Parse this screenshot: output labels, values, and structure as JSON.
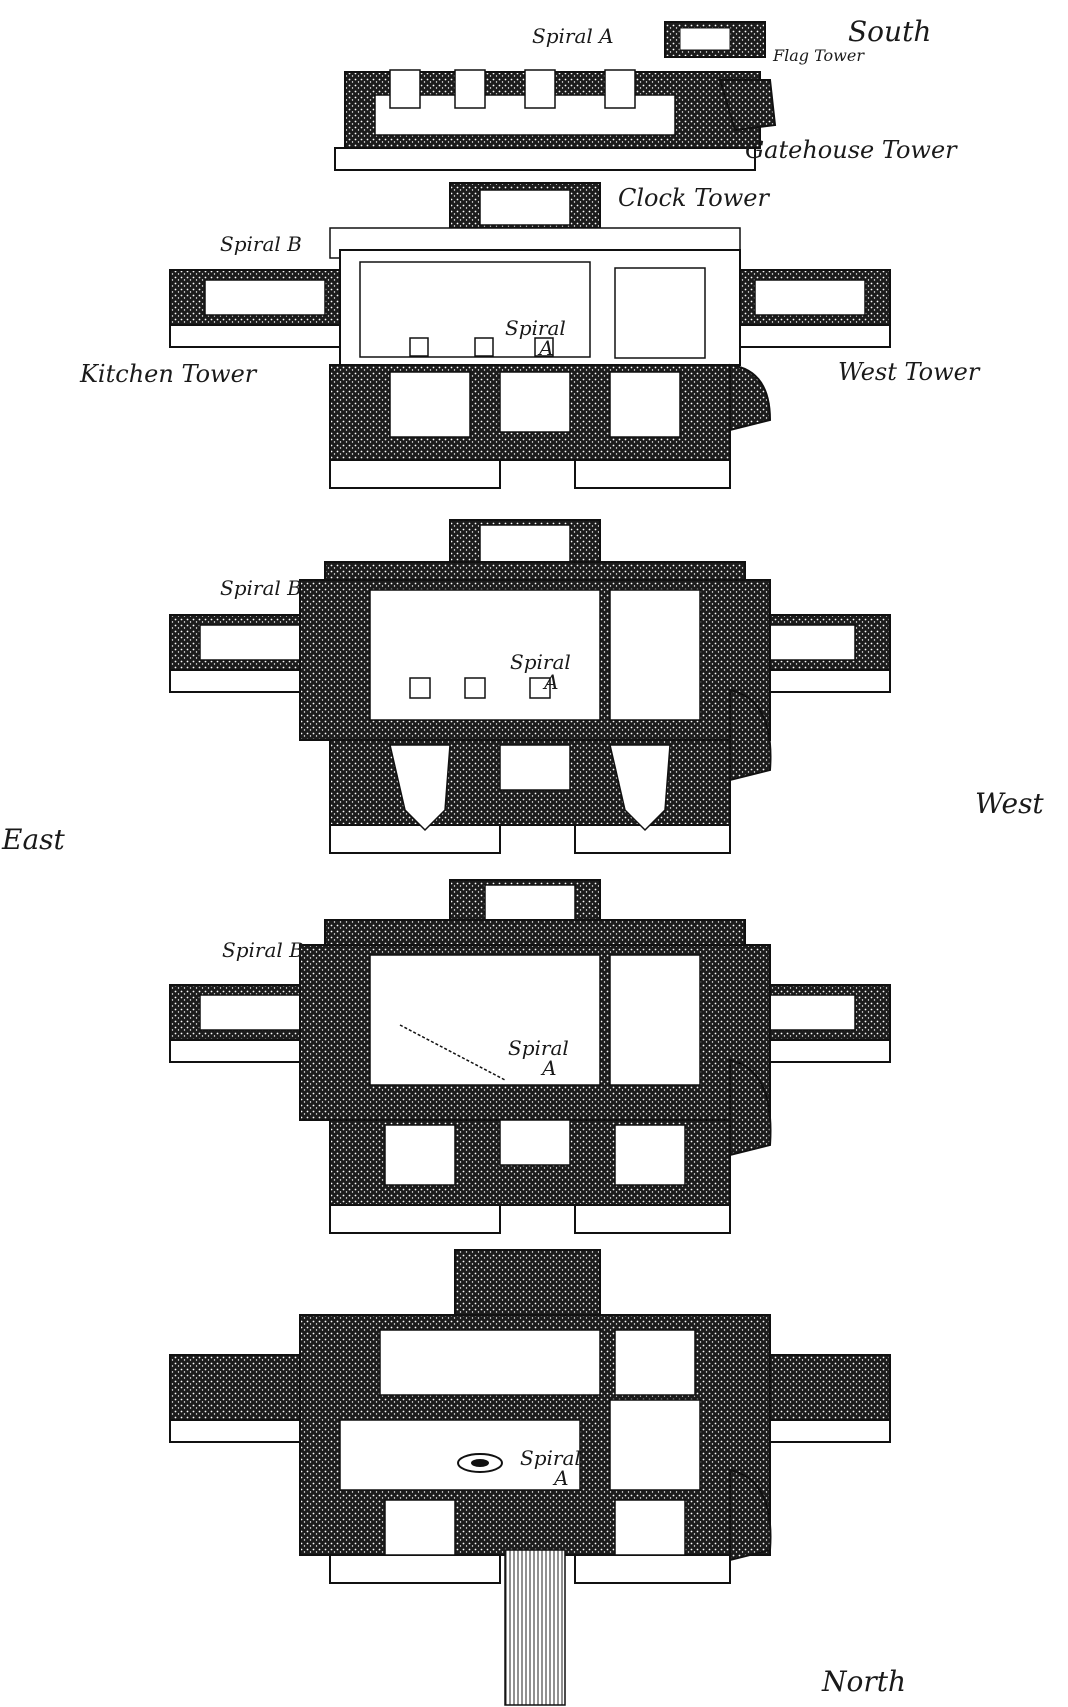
{
  "compass": {
    "south": "South",
    "north": "North",
    "east": "East",
    "west": "West"
  },
  "towers": {
    "flag_tower": "Flag Tower",
    "gatehouse_tower": "Gatehouse Tower",
    "clock_tower": "Clock Tower",
    "kitchen_tower": "Kitchen Tower",
    "west_tower": "West Tower"
  },
  "stairs": {
    "spiral_a_top": "Spiral A",
    "spiral_b": "Spiral B",
    "spiral_word": "Spiral",
    "a_letter": "A"
  },
  "colors": {
    "ink": "#1a1a1a",
    "stipple": "#2a2a2a",
    "wall_face": "#ffffff"
  }
}
